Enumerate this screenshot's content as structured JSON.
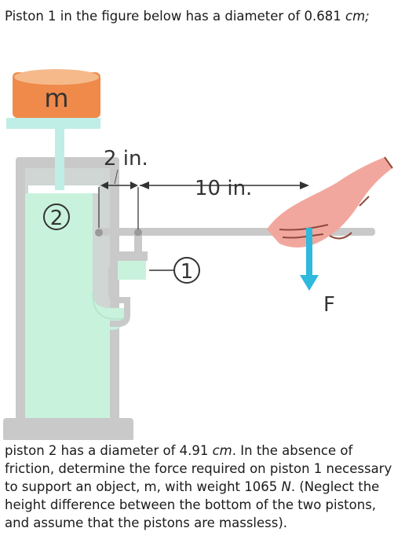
{
  "intro": {
    "text": "Piston 1 in the figure below has a diameter of 0.681",
    "unit": "cm;"
  },
  "figure": {
    "mass_label": "m",
    "piston2_label": "2",
    "piston1_label": "1",
    "short_arm_label": "2 in.",
    "long_arm_label": "10 in.",
    "force_label": "F",
    "colors": {
      "liquid": "#c8f2dc",
      "cylinder": "#c9c9c9",
      "mass_top": "#f6b98a",
      "mass_body": "#ef8a4a",
      "arrow": "#2fb9dd",
      "hand": "#f2a79e"
    }
  },
  "question": {
    "part1": "piston 2 has a diameter of 4.91 ",
    "unit1": "cm",
    "part2": ". In the absence of friction, determine the force required on piston 1 necessary to support an object, m, with weight 1065 ",
    "unit2": "N",
    "part3": ". (Neglect the height difference between the bottom of the two pistons, and assume that the pistons are massless)."
  }
}
